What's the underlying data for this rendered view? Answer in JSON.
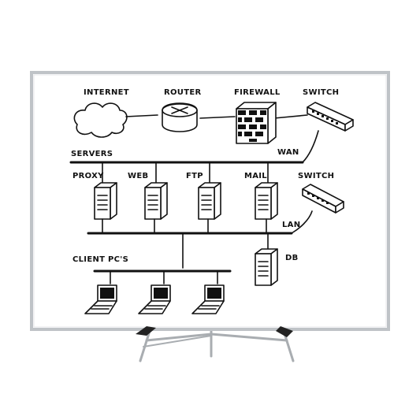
{
  "labels": {
    "internet": "INTERNET",
    "router": "ROUTER",
    "firewall": "FIREWALL",
    "switch_top": "SWITCH",
    "servers": "SERVERS",
    "wan": "WAN",
    "proxy": "PROXY",
    "web": "WEB",
    "ftp": "FTP",
    "mail": "MAIL",
    "switch_lan": "SWITCH",
    "lan": "LAN",
    "db": "DB",
    "clients": "CLIENT PC'S"
  },
  "colors": {
    "ink": "#111111",
    "board": "#ffffff",
    "frame": "#bfc3c7",
    "stand": "#a9adb1"
  },
  "icons": [
    "cloud-icon",
    "router-icon",
    "firewall-icon",
    "switch-icon",
    "server-icon",
    "database-server-icon",
    "laptop-icon",
    "easel-stand"
  ]
}
